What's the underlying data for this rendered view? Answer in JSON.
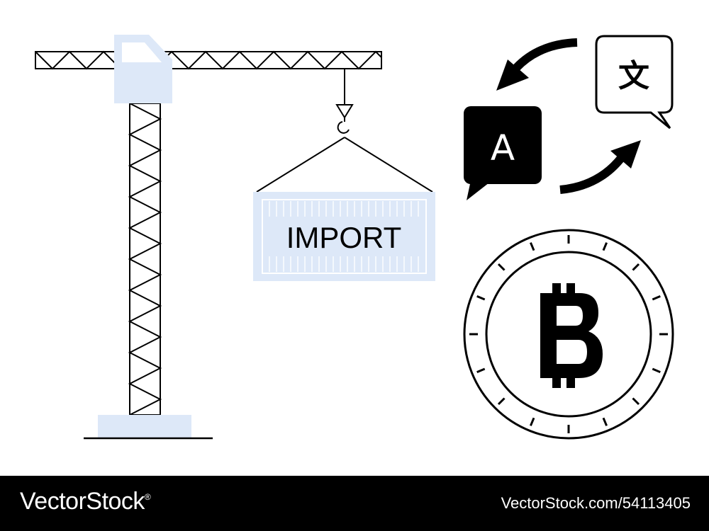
{
  "illustration": {
    "container_label": "IMPORT",
    "bubble_left_letter": "A",
    "bubble_right_glyph": "文",
    "coin_symbol": "icon:bitcoin-icon",
    "accent_color": "#dde8f8",
    "ink_color": "#000000"
  },
  "footer": {
    "brand": "VectorStock",
    "registered_mark": "®",
    "image_id": "VectorStock.com/54113405"
  }
}
